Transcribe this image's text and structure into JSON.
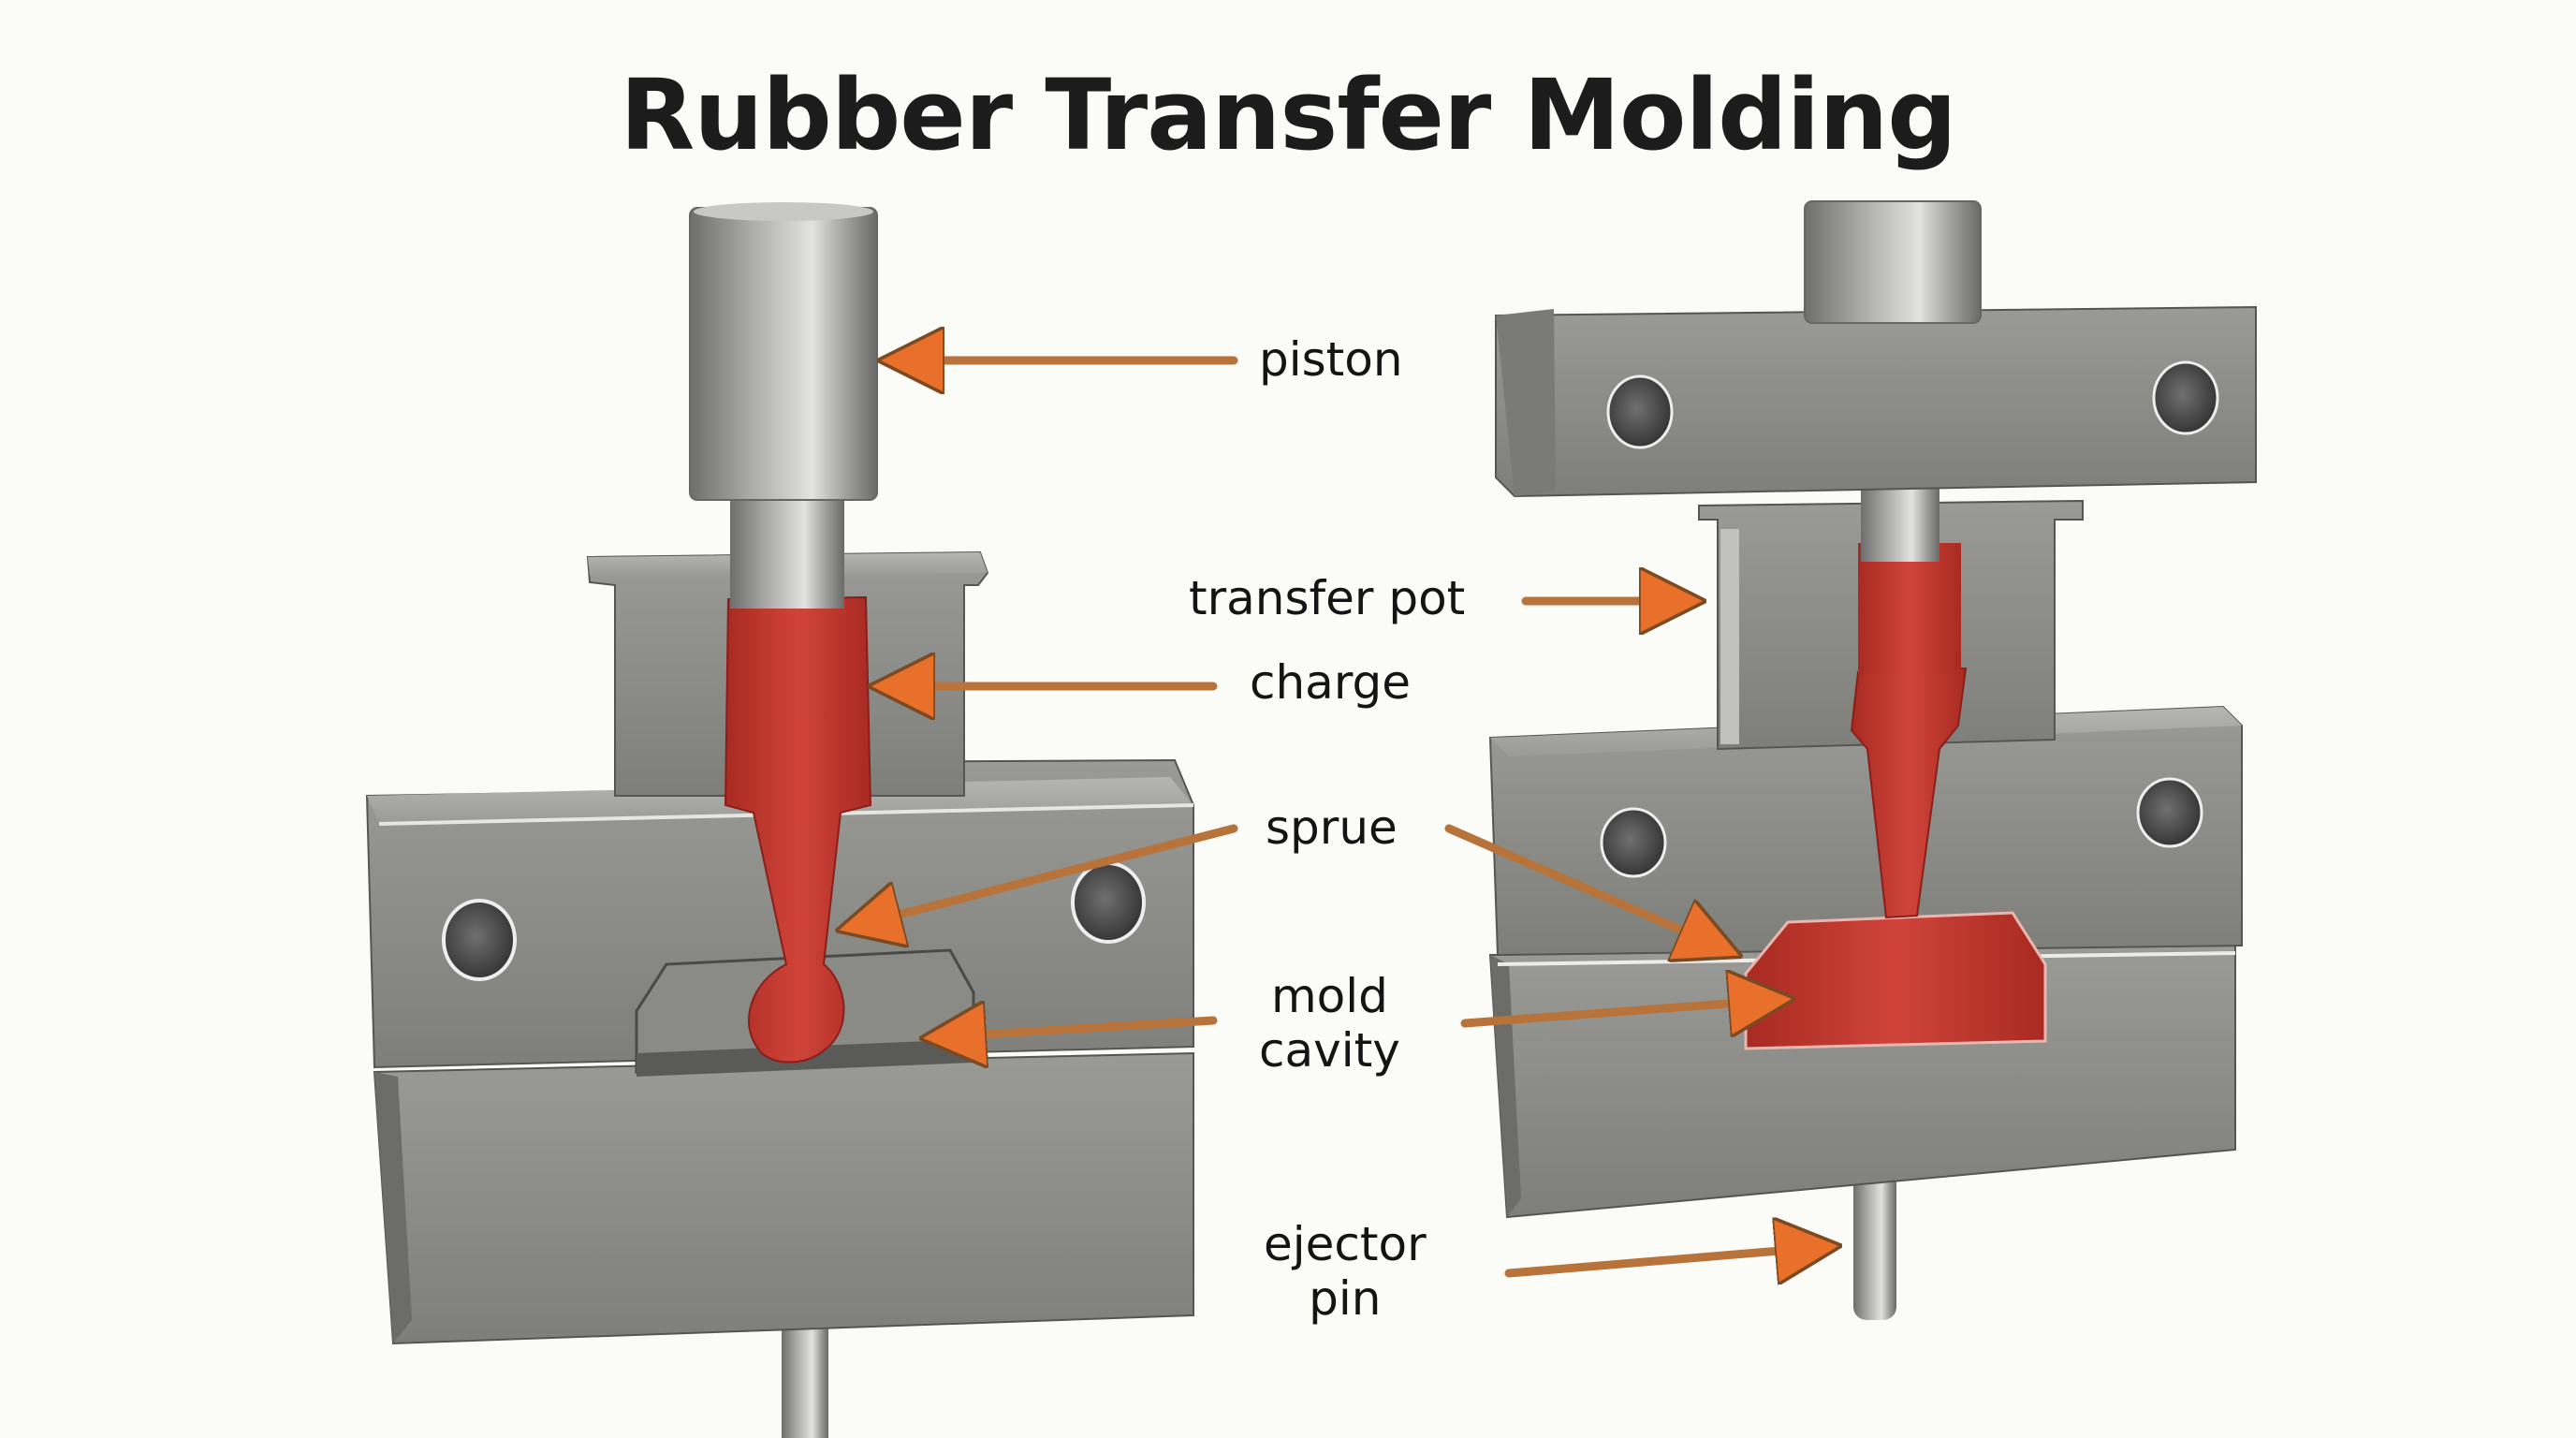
{
  "title": "Rubber Transfer Molding",
  "colors": {
    "background": "#fbfbf7",
    "arrow": "#b8733a",
    "arrow_head": "#e8702a",
    "rubber": "#c8372c",
    "steel": "#8c8c88",
    "steel_light": "#b4b4b0",
    "text": "#141414"
  },
  "labels": {
    "piston": "piston",
    "transfer_pot": "transfer pot",
    "charge": "charge",
    "sprue": "sprue",
    "mold_cavity_line1": "mold",
    "mold_cavity_line2": "cavity",
    "ejector_pin_line1": "ejector",
    "ejector_pin_line2": "pin"
  },
  "figures": [
    {
      "name": "left-mold",
      "state": "charge in transfer pot, cavity unfilled"
    },
    {
      "name": "right-mold",
      "state": "rubber transferred, cavity filled"
    }
  ]
}
